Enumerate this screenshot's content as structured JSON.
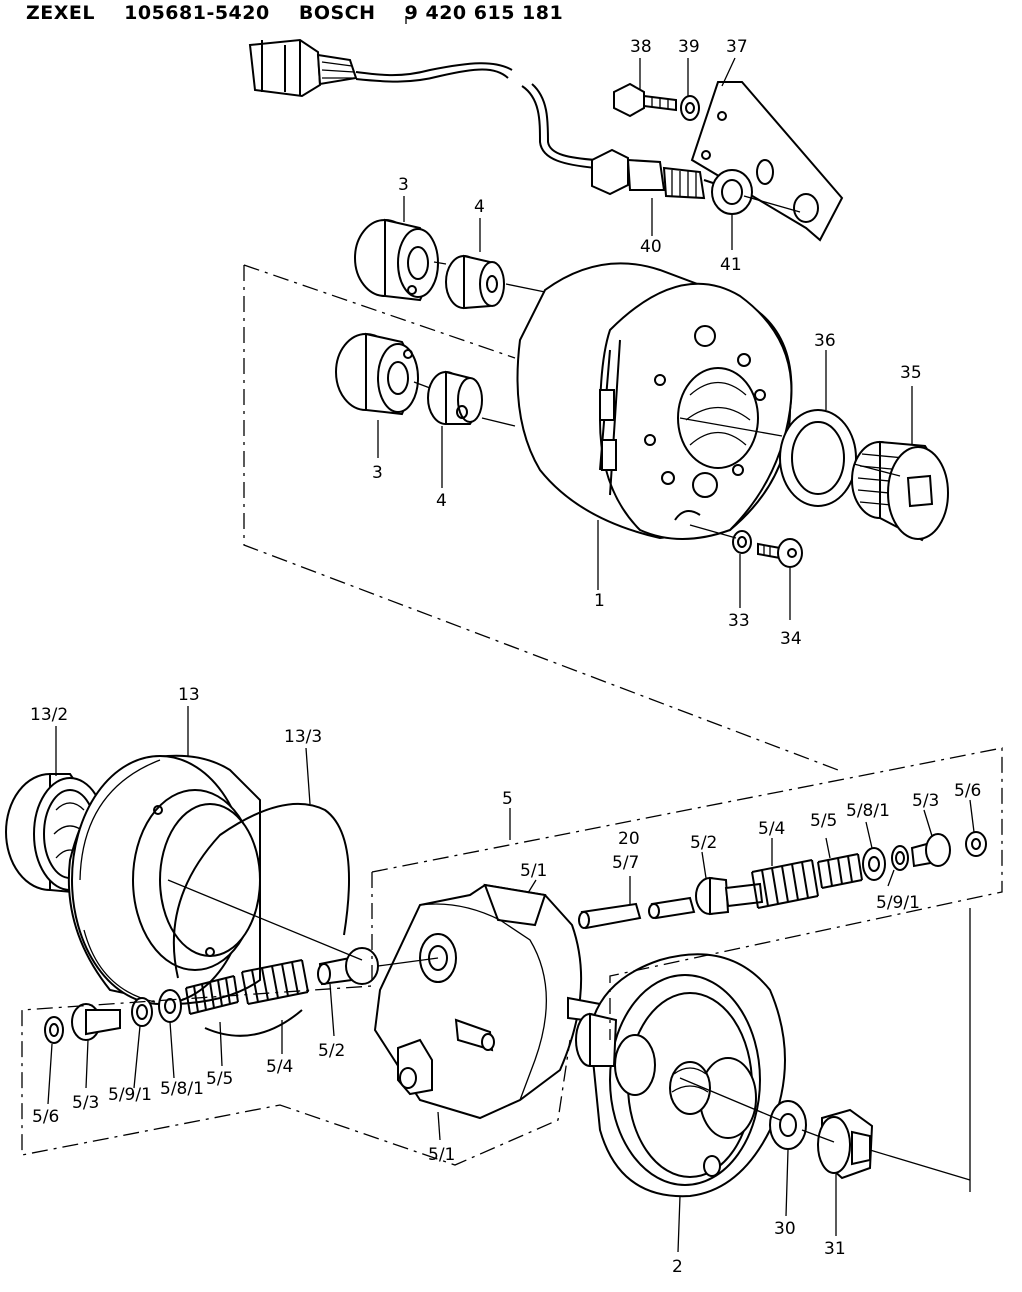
{
  "header": {
    "maker": "ZEXEL",
    "maker_part_no": "105681-5420",
    "brand": "BOSCH",
    "brand_part_no": "9 420 615 181"
  },
  "callouts": {
    "c38": "38",
    "c39": "39",
    "c37": "37",
    "c40": "40",
    "c41": "41",
    "c3a": "3",
    "c4a": "4",
    "c3b": "3",
    "c4b": "4",
    "c36": "36",
    "c35": "35",
    "c1": "1",
    "c33": "33",
    "c34": "34",
    "c13_2": "13/2",
    "c13": "13",
    "c13_3": "13/3",
    "c5": "5",
    "c20": "20",
    "c5_7": "5/7",
    "c5_2a": "5/2",
    "c5_4a": "5/4",
    "c5_5a": "5/5",
    "c5_8_1a": "5/8/1",
    "c5_3a": "5/3",
    "c5_6a": "5/6",
    "c5_9_1a": "5/9/1",
    "c5_1a": "5/1",
    "c5_1b": "5/1",
    "c5_6b": "5/6",
    "c5_3b": "5/3",
    "c5_9_1b": "5/9/1",
    "c5_8_1b": "5/8/1",
    "c5_5b": "5/5",
    "c5_4b": "5/4",
    "c5_2b": "5/2",
    "c2": "2",
    "c30": "30",
    "c31": "31"
  }
}
